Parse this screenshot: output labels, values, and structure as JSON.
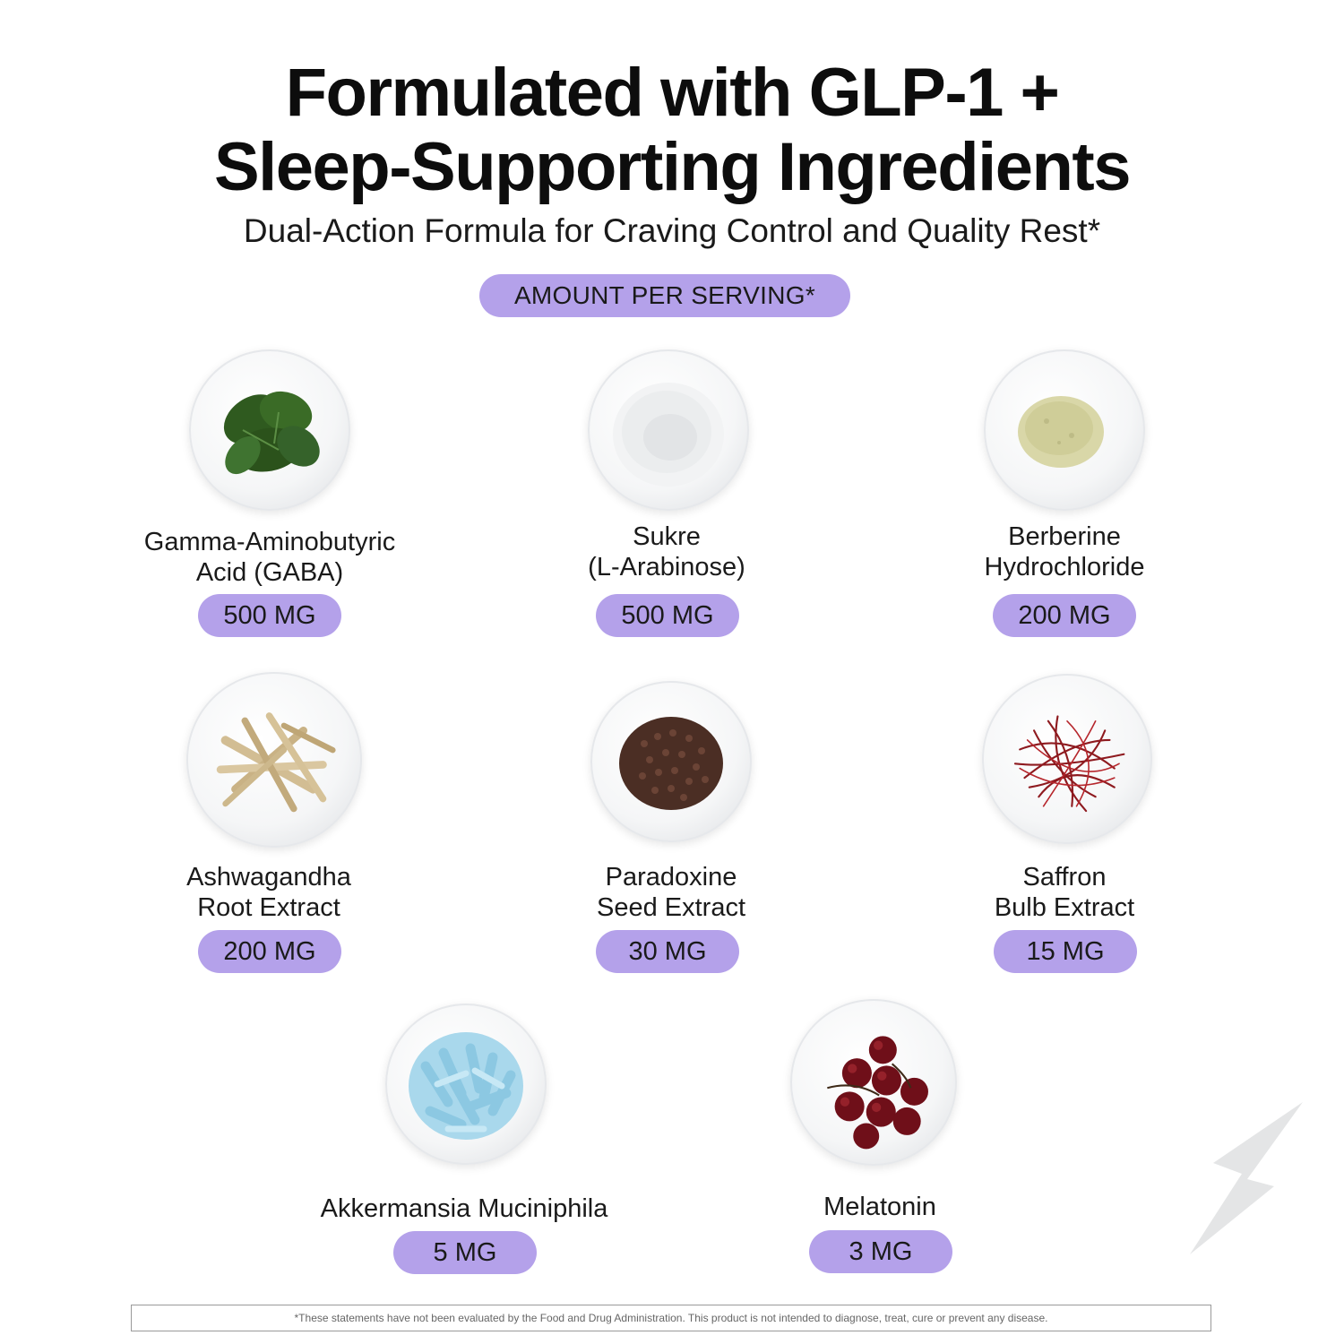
{
  "header": {
    "title_line1": "Formulated with GLP-1 +",
    "title_line2": "Sleep-Supporting Ingredients",
    "subtitle": "Dual-Action Formula for Craving Control and Quality Rest*",
    "serving_label": "AMOUNT PER SERVING*"
  },
  "ingredients": [
    {
      "name_line1": "Gamma-Aminobutyric",
      "name_line2": "Acid (GABA)",
      "dose": "500 MG",
      "icon": "spinach-leaves-icon"
    },
    {
      "name_line1": "Sukre",
      "name_line2": "(L-Arabinose)",
      "dose": "500 MG",
      "icon": "white-powder-icon"
    },
    {
      "name_line1": "Berberine",
      "name_line2": "Hydrochloride",
      "dose": "200 MG",
      "icon": "yellow-powder-icon"
    },
    {
      "name_line1": "Ashwagandha",
      "name_line2": "Root Extract",
      "dose": "200 MG",
      "icon": "roots-icon"
    },
    {
      "name_line1": "Paradoxine",
      "name_line2": "Seed Extract",
      "dose": "30 MG",
      "icon": "seeds-icon"
    },
    {
      "name_line1": "Saffron",
      "name_line2": "Bulb Extract",
      "dose": "15 MG",
      "icon": "saffron-threads-icon"
    },
    {
      "name_line1": "Akkermansia Muciniphila",
      "dose": "5 MG",
      "icon": "blue-capsules-icon"
    },
    {
      "name_line1": "Melatonin",
      "dose": "3 MG",
      "icon": "cherries-icon"
    }
  ],
  "footer": {
    "disclaimer": "*These statements have not been evaluated by the Food and Drug Administration. This product is not intended to diagnose, treat, cure or prevent any disease."
  },
  "colors": {
    "pill_background": "#b4a1ea",
    "text": "#111111",
    "background": "#ffffff"
  },
  "logo_icon": "lightning-bolt-icon"
}
